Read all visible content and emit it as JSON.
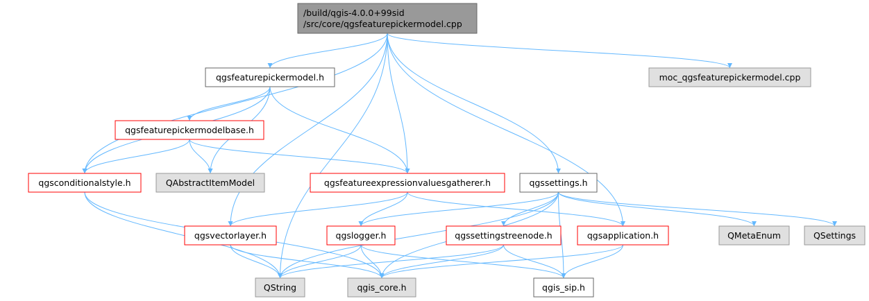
{
  "title": "Include dependency graph",
  "colors": {
    "edge": "#63b8ff",
    "root_fill": "#999999",
    "root_stroke": "#666666",
    "plain_fill": "#ffffff",
    "plain_stroke": "#666666",
    "red_fill": "#ffffff",
    "red_stroke": "#ff0000",
    "gray_fill": "#e0e0e0",
    "gray_stroke": "#999999"
  },
  "nodes": [
    {
      "id": "root",
      "kind": "root",
      "lines": [
        "/build/qgis-4.0.0+99sid",
        "/src/core/qgsfeaturepickermodel.cpp"
      ]
    },
    {
      "id": "fpm",
      "kind": "plain",
      "lines": [
        "qgsfeaturepickermodel.h"
      ]
    },
    {
      "id": "moc",
      "kind": "gray",
      "lines": [
        "moc_qgsfeaturepickermodel.cpp"
      ]
    },
    {
      "id": "fpmb",
      "kind": "red",
      "lines": [
        "qgsfeaturepickermodelbase.h"
      ]
    },
    {
      "id": "cond",
      "kind": "red",
      "lines": [
        "qgsconditionalstyle.h"
      ]
    },
    {
      "id": "qaim",
      "kind": "gray",
      "lines": [
        "QAbstractItemModel"
      ]
    },
    {
      "id": "fevg",
      "kind": "red",
      "lines": [
        "qgsfeatureexpressionvaluesgatherer.h"
      ]
    },
    {
      "id": "settings",
      "kind": "plain",
      "lines": [
        "qgssettings.h"
      ]
    },
    {
      "id": "vlayer",
      "kind": "red",
      "lines": [
        "qgsvectorlayer.h"
      ]
    },
    {
      "id": "logger",
      "kind": "red",
      "lines": [
        "qgslogger.h"
      ]
    },
    {
      "id": "stnode",
      "kind": "red",
      "lines": [
        "qgssettingstreenode.h"
      ]
    },
    {
      "id": "app",
      "kind": "red",
      "lines": [
        "qgsapplication.h"
      ]
    },
    {
      "id": "qme",
      "kind": "gray",
      "lines": [
        "QMetaEnum"
      ]
    },
    {
      "id": "qset",
      "kind": "gray",
      "lines": [
        "QSettings"
      ]
    },
    {
      "id": "qstring",
      "kind": "gray",
      "lines": [
        "QString"
      ]
    },
    {
      "id": "core",
      "kind": "gray",
      "lines": [
        "qgis_core.h"
      ]
    },
    {
      "id": "sip",
      "kind": "plain",
      "lines": [
        "qgis_sip.h"
      ]
    }
  ],
  "edges": [
    [
      "root",
      "fpm"
    ],
    [
      "root",
      "moc"
    ],
    [
      "root",
      "cond"
    ],
    [
      "root",
      "qstring"
    ],
    [
      "root",
      "vlayer"
    ],
    [
      "root",
      "fevg"
    ],
    [
      "root",
      "settings"
    ],
    [
      "root",
      "app"
    ],
    [
      "fpm",
      "fpmb"
    ],
    [
      "fpm",
      "cond"
    ],
    [
      "fpm",
      "qaim"
    ],
    [
      "fpm",
      "fevg"
    ],
    [
      "fpmb",
      "cond"
    ],
    [
      "fpmb",
      "qaim"
    ],
    [
      "fpmb",
      "fevg"
    ],
    [
      "cond",
      "qstring"
    ],
    [
      "cond",
      "core"
    ],
    [
      "fevg",
      "vlayer"
    ],
    [
      "fevg",
      "logger"
    ],
    [
      "fevg",
      "app"
    ],
    [
      "settings",
      "qstring"
    ],
    [
      "settings",
      "core"
    ],
    [
      "settings",
      "logger"
    ],
    [
      "settings",
      "stnode"
    ],
    [
      "settings",
      "sip"
    ],
    [
      "settings",
      "qme"
    ],
    [
      "settings",
      "qset"
    ],
    [
      "vlayer",
      "qstring"
    ],
    [
      "vlayer",
      "core"
    ],
    [
      "logger",
      "qstring"
    ],
    [
      "logger",
      "core"
    ],
    [
      "logger",
      "sip"
    ],
    [
      "stnode",
      "qstring"
    ],
    [
      "stnode",
      "core"
    ],
    [
      "stnode",
      "sip"
    ],
    [
      "app",
      "core"
    ],
    [
      "app",
      "sip"
    ]
  ]
}
